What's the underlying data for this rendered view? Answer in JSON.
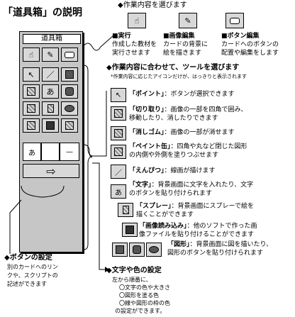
{
  "title": "「道具箱」の説明",
  "palette": {
    "title": "道具箱",
    "text_char": "あ",
    "arrow": "⇨"
  },
  "modes": {
    "heading": "◆作業内容を選びます",
    "items": [
      {
        "name": "■実行",
        "desc1": "作成した教材を",
        "desc2": "実行させます"
      },
      {
        "name": "■画像編集",
        "desc1": "カードの背景に",
        "desc2": "絵を描きます"
      },
      {
        "name": "■ボタン編集",
        "desc1": "カードへのボタンの",
        "desc2": "配置や編集をします"
      }
    ]
  },
  "tools_heading": "◆作業内容に合わせて、ツールを選びます",
  "tools_note": "*作業内容に応じたアイコンだけが、はっきりと表示されます",
  "tools": [
    {
      "label": "「ポイント」",
      "desc": "：ボタンが選択できます"
    },
    {
      "label": "「切り取り」",
      "desc": "：画像の一部を四角で囲み、",
      "desc2": "移動したり、消したりできます"
    },
    {
      "label": "「消しゴム」",
      "desc": "：画像の一部が消せます"
    },
    {
      "label": "「ペイント缶」",
      "desc": "：四角や丸など閉じた図形",
      "desc2": "の内側や外側を塗りつぶせます"
    },
    {
      "label": "「えんぴつ」",
      "desc": "：線画が描けます"
    },
    {
      "label": "「文字」",
      "desc": "：背景画面に文字を入れたり、文字",
      "desc2": "のボタンを貼り付けられます"
    },
    {
      "label": "「スプレー」",
      "desc": "：背景画面にスプレーで絵を",
      "desc2": "描くことができます"
    },
    {
      "label": "「画像読み込み」",
      "desc": "：他のソフトで作った画",
      "desc2": "像ファイルを貼り付けることができます"
    },
    {
      "label": "「図形」",
      "desc": "：背景画面に図を描いたり、",
      "desc2": "図形のボタンを貼り付けられます"
    }
  ],
  "button_settings": {
    "heading": "◆ボタンの設定",
    "lines": [
      "別のカードへのリン",
      "クや、スクリプトの",
      "記述ができます"
    ]
  },
  "text_color_settings": {
    "heading": "◆文字や色の設定",
    "lines": [
      "左から順番に、",
      "〇文字の色や大きさ",
      "〇図形を塗る色",
      "〇線や図形の枠の色",
      "の設定ができます。"
    ]
  }
}
